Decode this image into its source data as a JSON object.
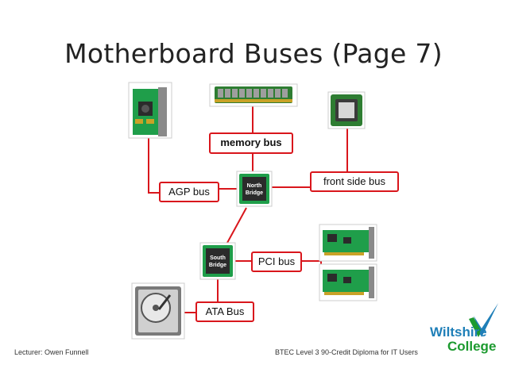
{
  "slide": {
    "title": "Motherboard Buses (Page 7)",
    "footer_left": "Lecturer: Owen Funnell",
    "footer_right": "BTEC Level 3 90-Credit Diploma for IT Users"
  },
  "buses": {
    "memory": "memory bus",
    "front_side": "front side bus",
    "agp": "AGP bus",
    "pci": "PCI bus",
    "ata": "ATA Bus"
  },
  "chips": {
    "north_line1": "North",
    "north_line2": "Bridge",
    "south_line1": "South",
    "south_line2": "Bridge"
  },
  "logo": {
    "line1": "Wiltshire",
    "line2": "College"
  },
  "colors": {
    "accent_red": "#d9161c",
    "board_green": "#1f9e4a",
    "logo_blue": "#1f7fb8",
    "logo_green": "#1c9a2f"
  }
}
